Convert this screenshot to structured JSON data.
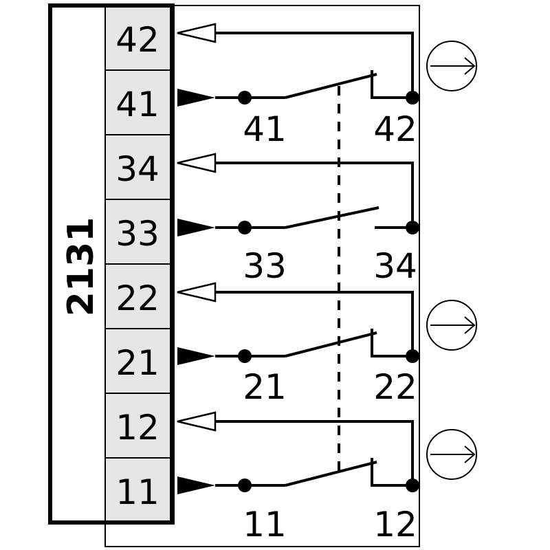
{
  "device_code": "2131",
  "terminals": [
    {
      "number": "42",
      "shaded": true
    },
    {
      "number": "41",
      "shaded": true
    },
    {
      "number": "34",
      "shaded": true
    },
    {
      "number": "33",
      "shaded": true
    },
    {
      "number": "22",
      "shaded": true
    },
    {
      "number": "21",
      "shaded": true
    },
    {
      "number": "12",
      "shaded": true
    },
    {
      "number": "11",
      "shaded": true
    }
  ],
  "contacts": [
    {
      "left_label": "41",
      "right_label": "42",
      "type": "normally-closed",
      "positive_opening": true
    },
    {
      "left_label": "33",
      "right_label": "34",
      "type": "normally-open",
      "positive_opening": false
    },
    {
      "left_label": "21",
      "right_label": "22",
      "type": "normally-closed",
      "positive_opening": true
    },
    {
      "left_label": "11",
      "right_label": "12",
      "type": "normally-closed",
      "positive_opening": true
    }
  ],
  "colors": {
    "line": "#000000",
    "terminal_fill": "#e6e6e6",
    "background": "#ffffff"
  },
  "icons": {
    "input_arrow": "filled-triangle-icon",
    "output_arrow": "hollow-triangle-icon",
    "positive_opening": "circled-arrow-icon"
  }
}
